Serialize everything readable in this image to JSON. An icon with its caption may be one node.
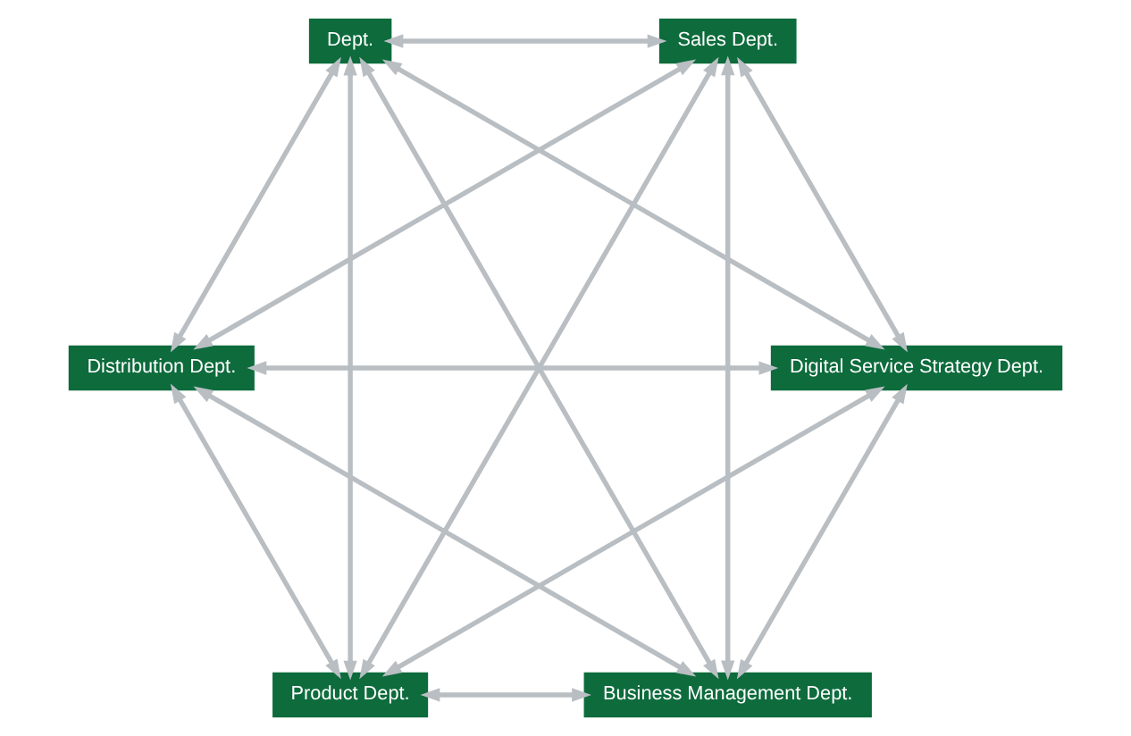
{
  "diagram": {
    "nodes": [
      {
        "text": [
          "Business Management Dept."
        ]
      },
      {
        "text": [
          "Digital Service Strategy Dept."
        ]
      },
      {
        "text": [
          "Distribution Dept."
        ]
      },
      {
        "text": [
          "Dept."
        ]
      },
      {
        "text": [
          "Sales Dept."
        ]
      },
      {
        "text": [
          "Product Dept."
        ]
      }
    ],
    "edges": [
      {
        "from": 0,
        "to": 1,
        "arrow": "both"
      },
      {
        "from": 0,
        "to": 2,
        "arrow": "both"
      },
      {
        "from": 1,
        "to": 3,
        "arrow": "both"
      },
      {
        "from": 2,
        "to": 4,
        "arrow": "both"
      },
      {
        "from": 3,
        "to": 5,
        "arrow": "both"
      },
      {
        "from": 4,
        "to": 5,
        "arrow": "both"
      },
      {
        "from": 0,
        "to": 5,
        "arrow": "both"
      },
      {
        "from": 1,
        "to": 2,
        "arrow": "both"
      },
      {
        "from": 3,
        "to": 4,
        "arrow": "both"
      },
      {
        "from": 0,
        "to": 3,
        "arrow": "both"
      },
      {
        "from": 0,
        "to": 4,
        "arrow": "both"
      },
      {
        "from": 1,
        "to": 4,
        "arrow": "both"
      },
      {
        "from": 1,
        "to": 5,
        "arrow": "both"
      },
      {
        "from": 2,
        "to": 3,
        "arrow": "both"
      },
      {
        "from": 2,
        "to": 5,
        "arrow": "both"
      }
    ]
  }
}
